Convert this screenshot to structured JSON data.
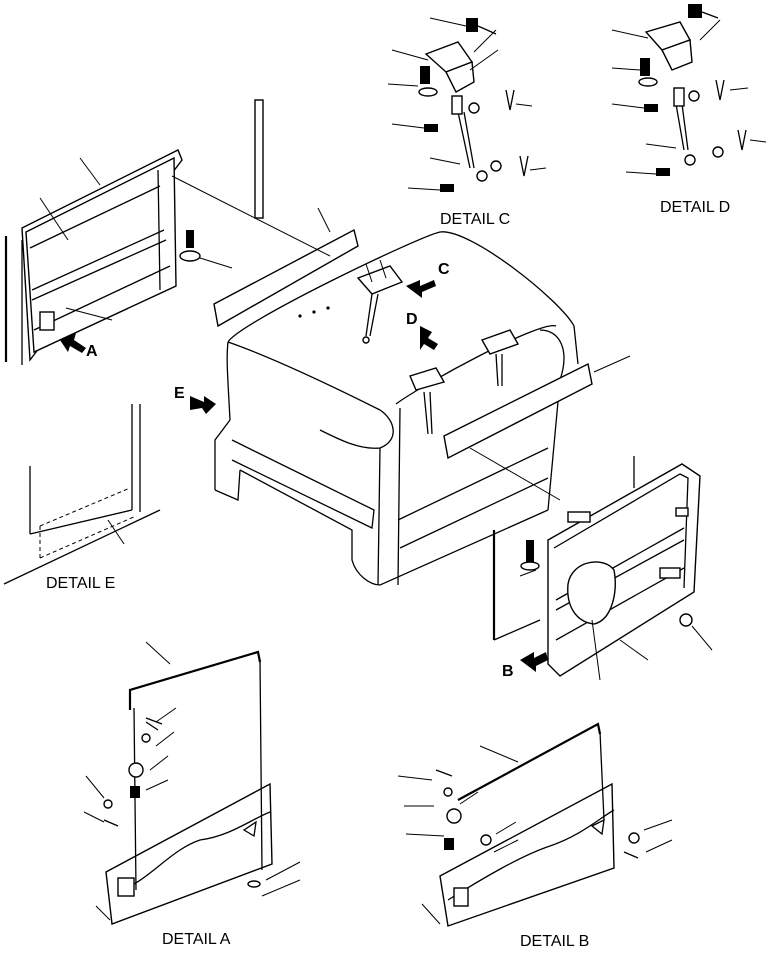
{
  "labels": {
    "detail_a": "DETAIL A",
    "detail_b": "DETAIL B",
    "detail_c": "DETAIL C",
    "detail_d": "DETAIL D",
    "detail_e": "DETAIL E"
  },
  "arrows": {
    "a": "A",
    "b": "B",
    "c": "C",
    "d": "D",
    "e": "E"
  }
}
